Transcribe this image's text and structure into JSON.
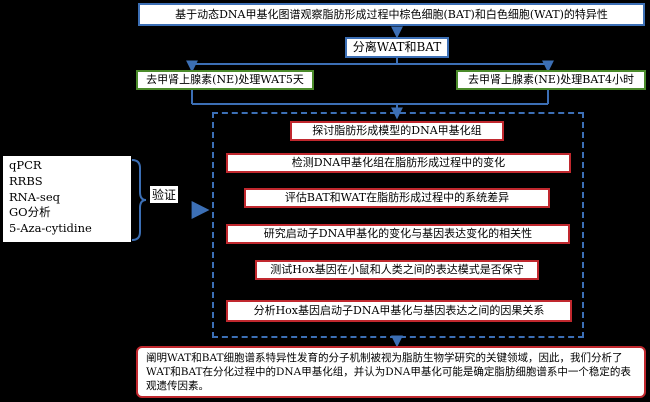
{
  "top_box": "基于动态DNA甲基化图谱观察脂肪形成过程中棕色细胞(BAT)和白色细胞(WAT)的特异性",
  "separate_box": "分离WAT和BAT",
  "left_branch": "去甲肾上腺素(NE)处理WAT5天",
  "right_branch": "去甲肾上腺素(NE)处理BAT4小时",
  "steps": [
    "探讨脂肪形成模型的DNA甲基化组",
    "检测DNA甲基化组在脂肪形成过程中的变化",
    "评估BAT和WAT在脂肪形成过程中的系统差异",
    "研究启动子DNA甲基化的变化与基因表达变化的相关性",
    "测试Hox基因在小鼠和人类之间的表达模式是否保守",
    "分析Hox基因启动子DNA甲基化与基因表达之间的因果关系"
  ],
  "methods": [
    "qPCR",
    "RRBS",
    "RNA-seq",
    "GO分析",
    "5-Aza-cytidine"
  ],
  "verify_label": "验证",
  "conclusion": "阐明WAT和BAT细胞谱系特异性发育的分子机制被视为脂肪生物学研究的关键领域，因此，我们分析了WAT和BAT在分化过程中的DNA甲基化组，并认为DNA甲基化可能是确定脂肪细胞谱系中一个稳定的表观遗传因素。",
  "colors": {
    "blue": "#3c6fb5",
    "red": "#c0282e",
    "green": "#4a8a2a"
  }
}
